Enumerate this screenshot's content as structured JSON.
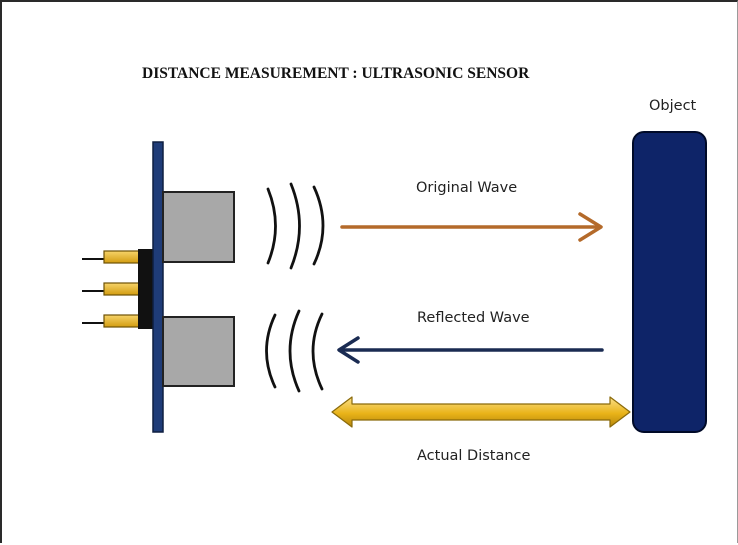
{
  "title": "DISTANCE MEASUREMENT : ULTRASONIC SENSOR",
  "labels": {
    "object": "Object",
    "original_wave": "Original Wave",
    "reflected_wave": "Reflected Wave",
    "actual_distance": "Actual Distance"
  },
  "colors": {
    "board": "#1f3c78",
    "board_edge": "#0f1f40",
    "transducer": "#a8a8a8",
    "transducer_edge": "#222222",
    "pin_gold": "#e8b11a",
    "pin_edge": "#6d5205",
    "object": "#0e2468",
    "original_arrow": "#b46a2a",
    "reflected_arrow": "#1a2b52",
    "distance_arrow": "#e9b318",
    "wave": "#111111"
  }
}
